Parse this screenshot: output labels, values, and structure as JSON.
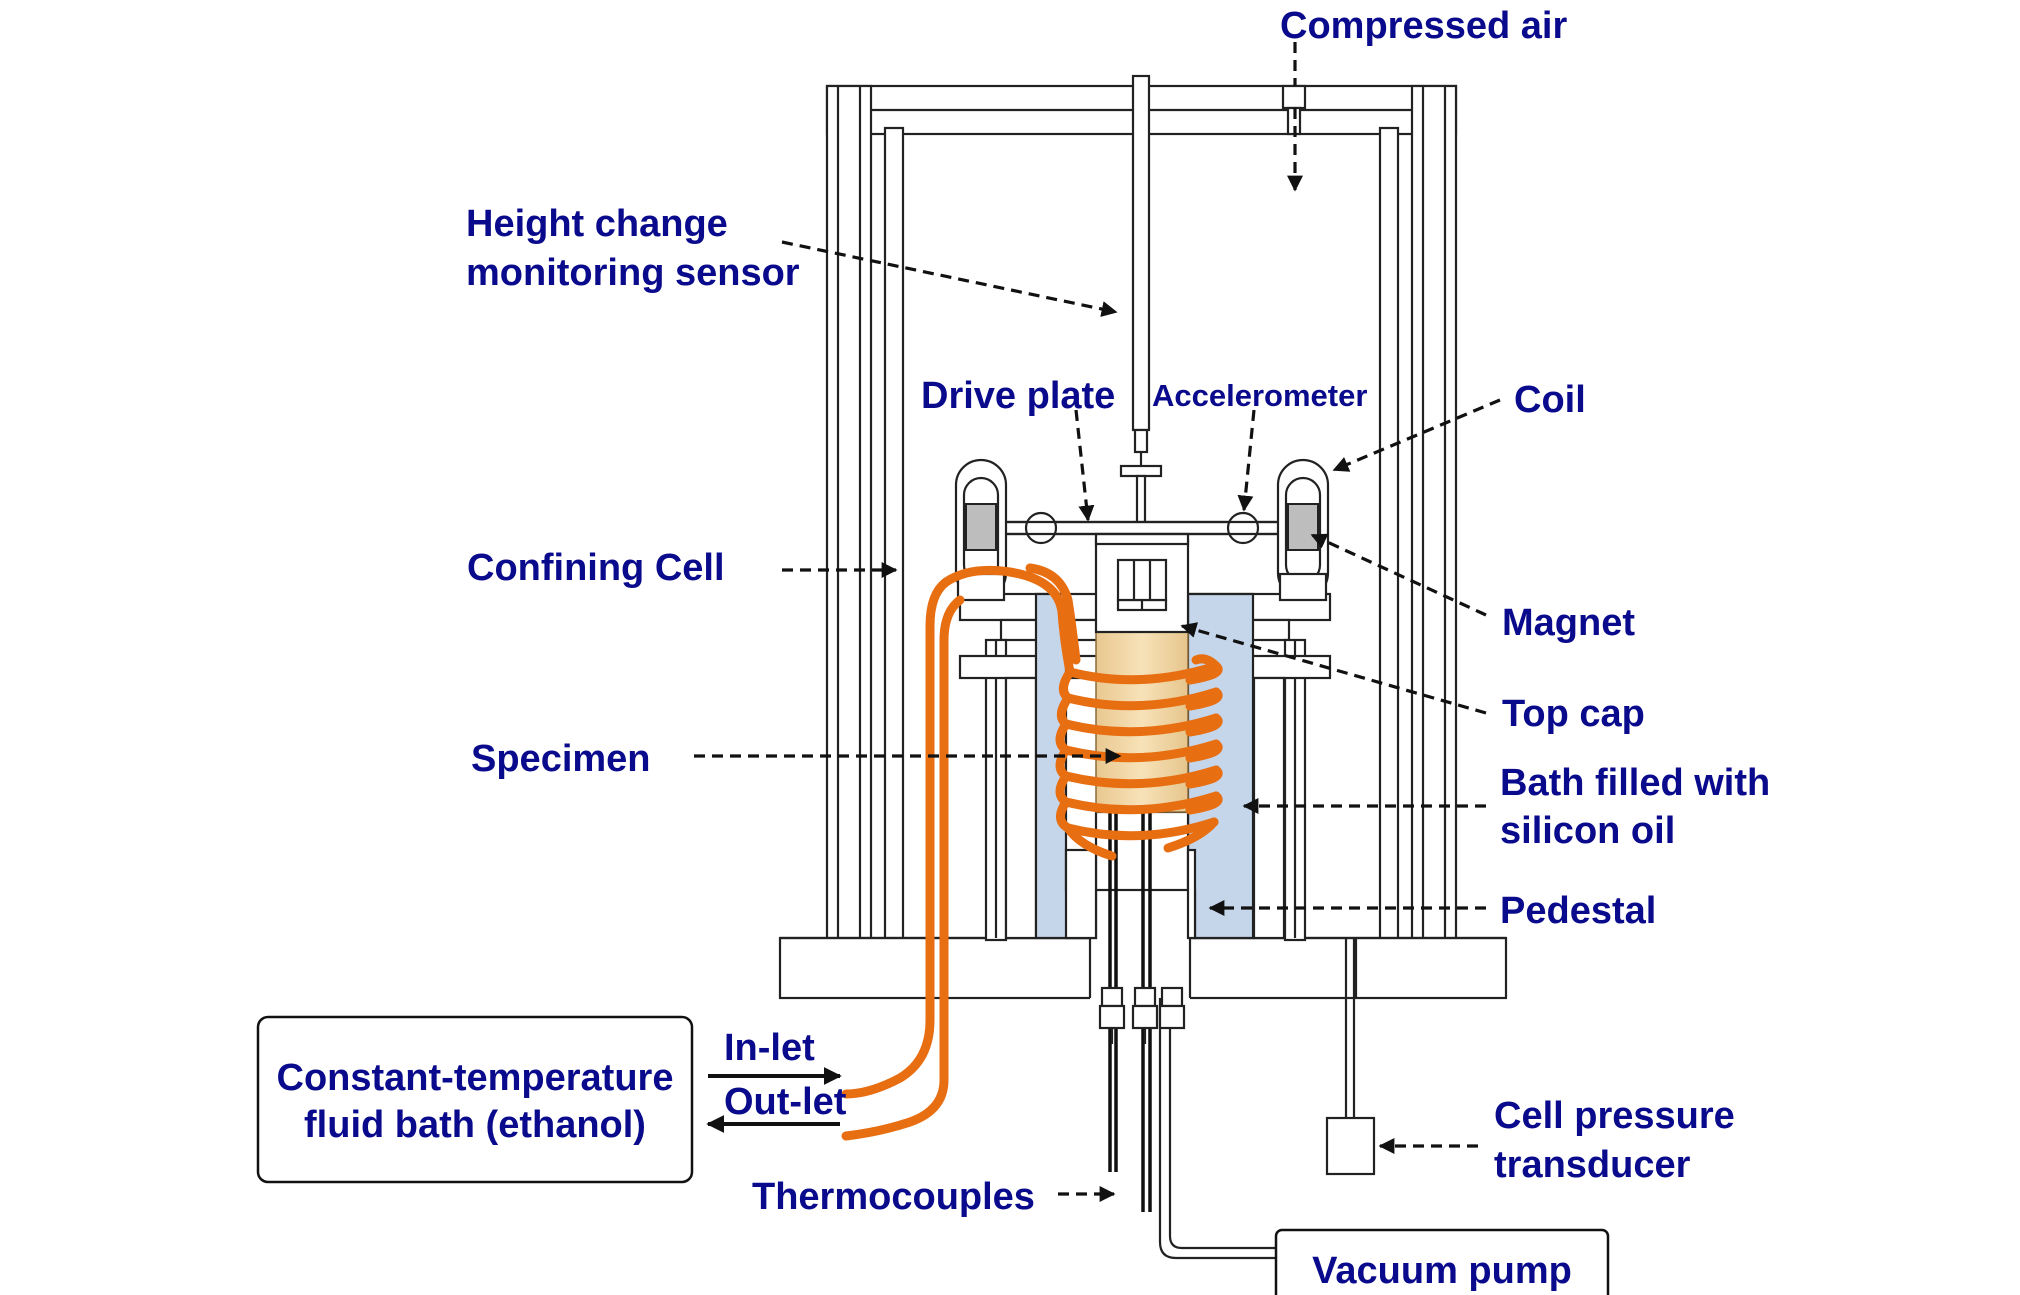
{
  "labels": {
    "compressed_air": "Compressed air",
    "height_sensor_line1": "Height change",
    "height_sensor_line2": "monitoring sensor",
    "drive_plate": "Drive plate",
    "accelerometer": "Accelerometer",
    "coil": "Coil",
    "confining_cell": "Confining Cell",
    "magnet": "Magnet",
    "top_cap": "Top cap",
    "specimen": "Specimen",
    "bath_line1": "Bath filled with",
    "bath_line2": "silicon oil",
    "pedestal": "Pedestal",
    "inlet": "In-let",
    "outlet": "Out-let",
    "fluid_bath_line1": "Constant-temperature",
    "fluid_bath_line2": "fluid bath (ethanol)",
    "thermocouples": "Thermocouples",
    "cell_pressure_line1": "Cell pressure",
    "cell_pressure_line2": "transducer",
    "vacuum_pump": "Vacuum pump"
  },
  "colors": {
    "label_text": "#0a0a8c",
    "tubing": "#e86e12",
    "silicon_oil": "#c6d6ea",
    "specimen": "#f3d8a6",
    "magnet": "#bdbdbd"
  }
}
